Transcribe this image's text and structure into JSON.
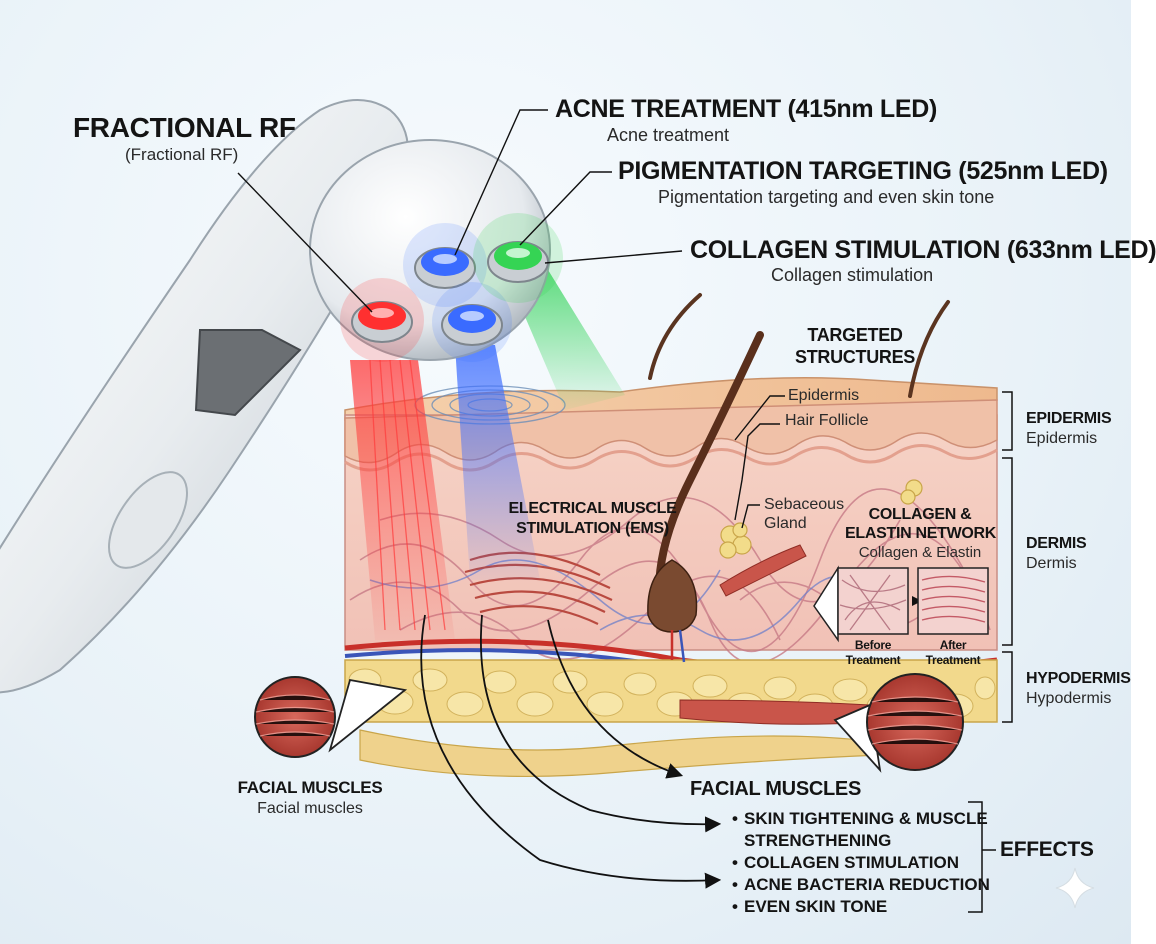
{
  "labels": {
    "fractional_rf": {
      "title": "FRACTIONAL RF",
      "sub": "(Fractional RF)"
    },
    "acne": {
      "title": "ACNE TREATMENT (415nm LED)",
      "sub": "Acne treatment"
    },
    "pigmentation": {
      "title": "PIGMENTATION TARGETING (525nm LED)",
      "sub": "Pigmentation targeting and even skin tone"
    },
    "collagen": {
      "title": "COLLAGEN STIMULATION (633nm LED)",
      "sub": "Collagen stimulation"
    },
    "targeted": {
      "line1": "TARGETED",
      "line2": "STRUCTURES"
    },
    "epidermis_callout": "Epidermis",
    "hair_follicle": "Hair Follicle",
    "sebaceous": {
      "line1": "Sebaceous",
      "line2": "Gland"
    },
    "ems": {
      "line1": "ELECTRICAL MUSCLE",
      "line2": "STIMULATION (EMS)"
    },
    "network": {
      "line1": "COLLAGEN &",
      "line2": "ELASTIN NETWORK",
      "sub": "Collagen & Elastin"
    },
    "before": {
      "line1": "Before",
      "line2": "Treatment"
    },
    "after": {
      "line1": "After",
      "line2": "Treatment"
    },
    "layer_epidermis": {
      "title": "EPIDERMIS",
      "sub": "Epidermis"
    },
    "layer_dermis": {
      "title": "DERMIS",
      "sub": "Dermis"
    },
    "layer_hypodermis": {
      "title": "HYPODERMIS",
      "sub": "Hypodermis"
    },
    "facial_left": {
      "title": "FACIAL MUSCLES",
      "sub": "Facial muscles"
    },
    "facial_center": "FACIAL MUSCLES",
    "effects_title": "EFFECTS",
    "effects": [
      "SKIN TIGHTENING & MUSCLE",
      "STRENGTHENING",
      "COLLAGEN STIMULATION",
      "ACNE BACTERIA REDUCTION",
      "EVEN SKIN TONE"
    ]
  },
  "colors": {
    "red_led": "#ff2a2a",
    "blue_led": "#2f6cff",
    "green_led": "#2fd24a",
    "skin_top": "#f2c9a0",
    "dermis": "#f4c8c0",
    "fat": "#f3dc8a",
    "muscle": "#c9554a"
  },
  "icons": [
    "device-icon",
    "sparkle-icon"
  ]
}
